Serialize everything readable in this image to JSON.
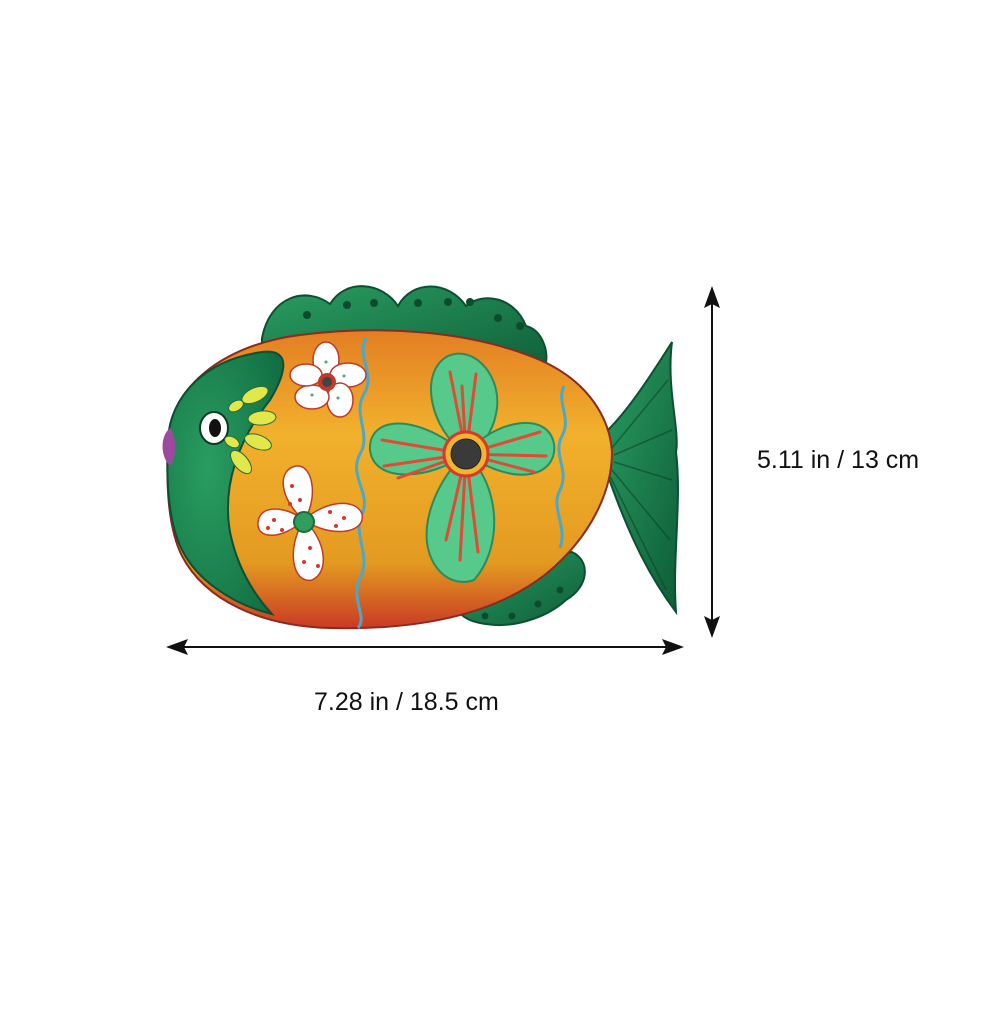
{
  "dimensions": {
    "width_label": "7.28 in / 18.5 cm",
    "height_label": "5.11 in / 13 cm"
  },
  "colors": {
    "green": "#1f8f57",
    "dark_green": "#0f5f3a",
    "orange": "#e8a21e",
    "red": "#c8322b",
    "mint": "#53c889",
    "arrow": "#111111"
  },
  "icons": [
    "fish-illustration",
    "width-arrow",
    "height-arrow"
  ]
}
